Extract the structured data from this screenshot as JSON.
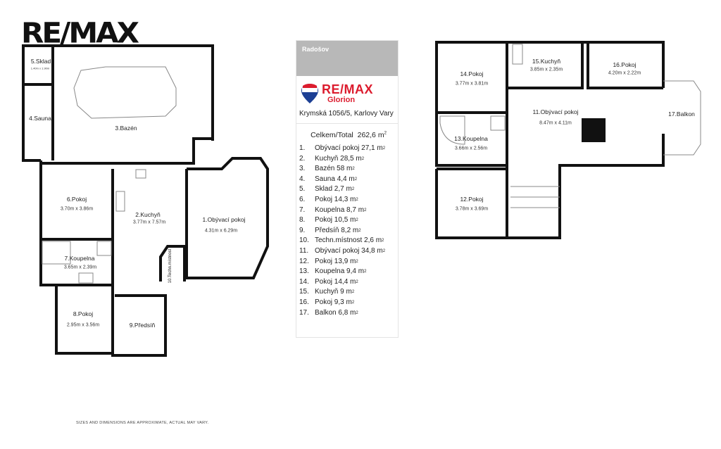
{
  "logo": "RE/MAX",
  "panel": {
    "header": "Radošov",
    "brand_name": "RE/MAX",
    "brand_sub": "Glorion",
    "address": "Krymská 1056/5, Karlovy Vary",
    "total_label": "Celkem/Total",
    "total_value": "262,6 m",
    "unit_sup": "2",
    "rooms": [
      {
        "n": "1.",
        "t": "Obývací pokoj 27,1 m"
      },
      {
        "n": "2.",
        "t": "Kuchyň 28,5 m"
      },
      {
        "n": "3.",
        "t": "Bazén 58 m"
      },
      {
        "n": "4.",
        "t": "Sauna 4,4 m"
      },
      {
        "n": "5.",
        "t": "Sklad 2,7 m"
      },
      {
        "n": "6.",
        "t": "Pokoj 14,3 m"
      },
      {
        "n": "7.",
        "t": "Koupelna 8,7 m"
      },
      {
        "n": "8.",
        "t": "Pokoj 10,5 m"
      },
      {
        "n": "9.",
        "t": "Předsíň 8,2 m"
      },
      {
        "n": "10.",
        "t": "Techn.místnost 2,6 m"
      },
      {
        "n": "11.",
        "t": "Obývací pokoj 34,8 m"
      },
      {
        "n": "12.",
        "t": "Pokoj 13,9 m"
      },
      {
        "n": "13.",
        "t": "Koupelna 9,4 m"
      },
      {
        "n": "14.",
        "t": "Pokoj 14,4 m"
      },
      {
        "n": "15.",
        "t": "Kuchyň 9 m"
      },
      {
        "n": "16.",
        "t": "Pokoj 9,3 m"
      },
      {
        "n": "17.",
        "t": "Balkon 6,8 m"
      }
    ]
  },
  "plan": {
    "r1": {
      "name": "1.Obývací pokoj",
      "dim": "4.31m x 6.29m"
    },
    "r2": {
      "name": "2.Kuchyň",
      "dim": "3.77m x 7.57m"
    },
    "r3": {
      "name": "3.Bazén"
    },
    "r4": {
      "name": "4.Sauna"
    },
    "r5": {
      "name": "5.Sklad",
      "dim": "1.40m x 1.90m"
    },
    "r6": {
      "name": "6.Pokoj",
      "dim": "3.70m x 3.86m"
    },
    "r7": {
      "name": "7.Koupelna",
      "dim": "3.65m x 2.39m"
    },
    "r8": {
      "name": "8.Pokoj",
      "dim": "2.95m x 3.56m"
    },
    "r9": {
      "name": "9.Předsíň"
    },
    "r10": {
      "name": "10.Techn.místnost"
    },
    "r11": {
      "name": "11.Obývací pokoj",
      "dim": "8.47m x 4.11m"
    },
    "r12": {
      "name": "12.Pokoj",
      "dim": "3.78m x 3.69m"
    },
    "r13": {
      "name": "13.Koupelna",
      "dim": "3.66m x 2.56m"
    },
    "r14": {
      "name": "14.Pokoj",
      "dim": "3.77m x 3.81m"
    },
    "r15": {
      "name": "15.Kuchyň",
      "dim": "3.85m x 2.35m"
    },
    "r16": {
      "name": "16.Pokoj",
      "dim": "4.20m x 2.22m"
    },
    "r17": {
      "name": "17.Balkon"
    }
  },
  "footer": "SIZES AND DIMENSIONS ARE APPROXIMATE, ACTUAL MAY VARY."
}
